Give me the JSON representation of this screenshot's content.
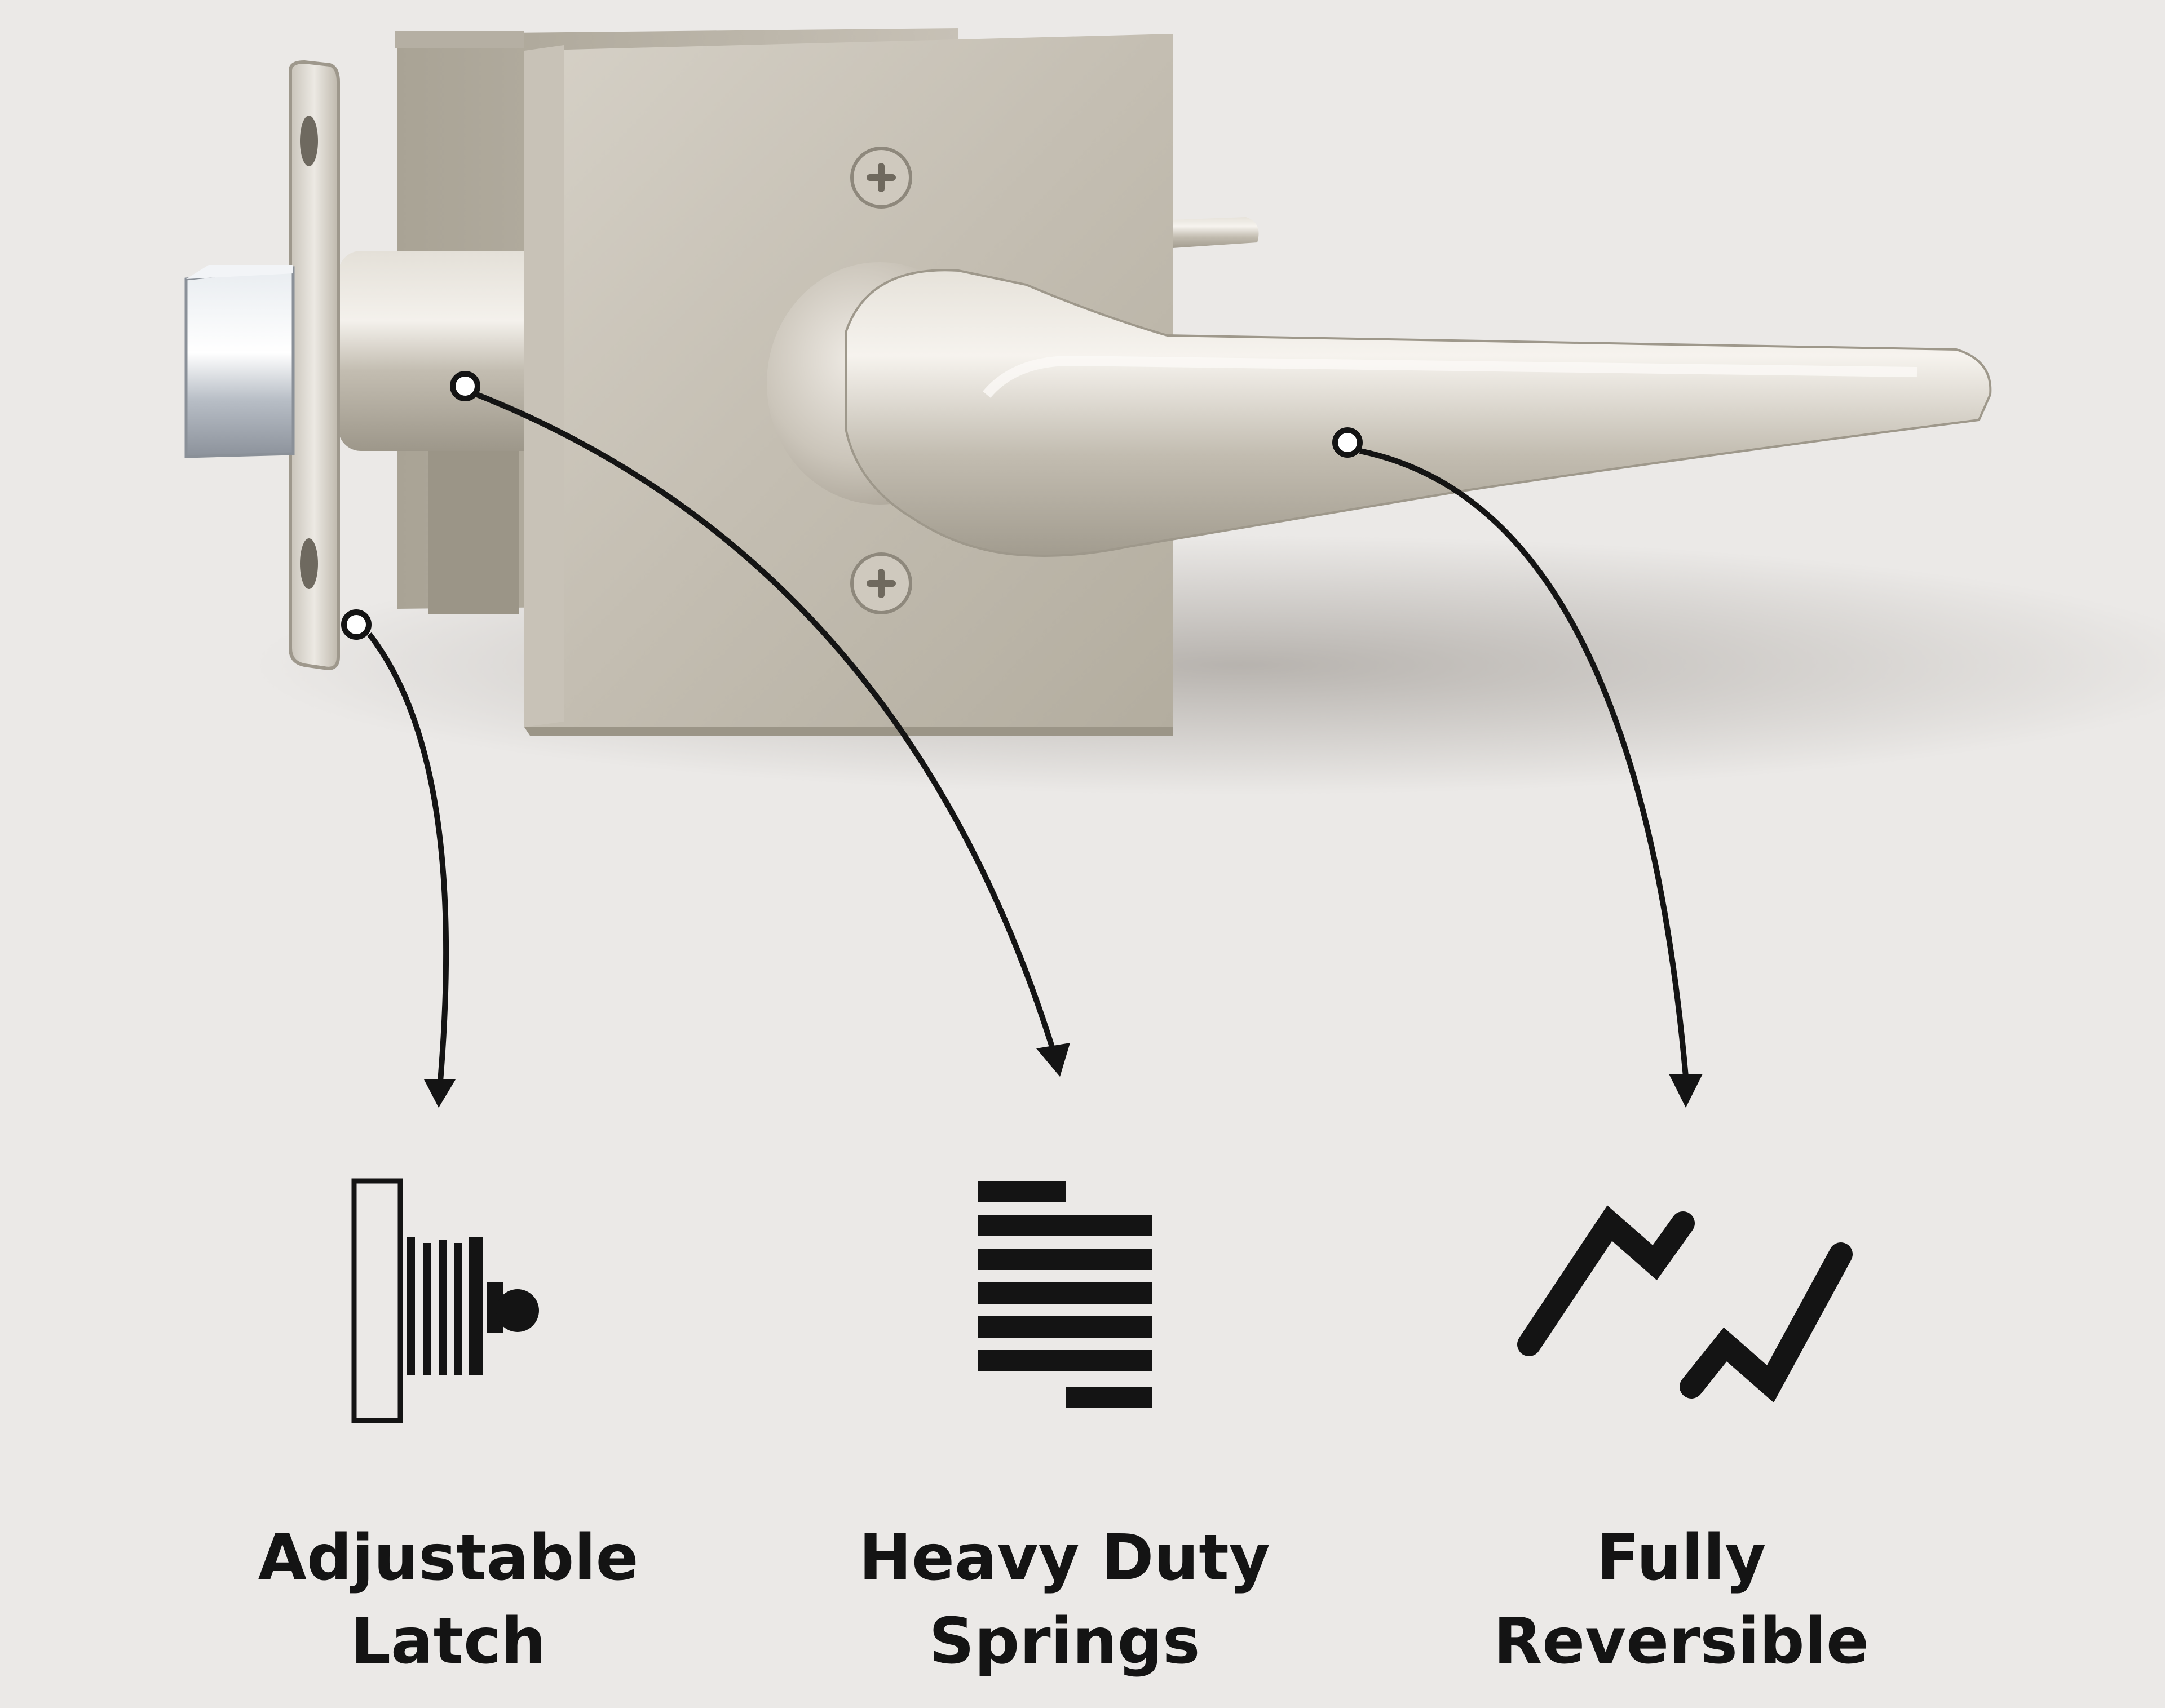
{
  "features": [
    {
      "line1": "Adjustable",
      "line2": "Latch",
      "icon": "adjustable-latch-icon"
    },
    {
      "line1": "Heavy Duty",
      "line2": "Springs",
      "icon": "heavy-duty-springs-icon"
    },
    {
      "line1": "Fully",
      "line2": "Reversible",
      "icon": "fully-reversible-icon"
    }
  ],
  "colors": {
    "background": "#ebe9e7",
    "ink": "#141414",
    "metal": "#bdb7ac"
  }
}
